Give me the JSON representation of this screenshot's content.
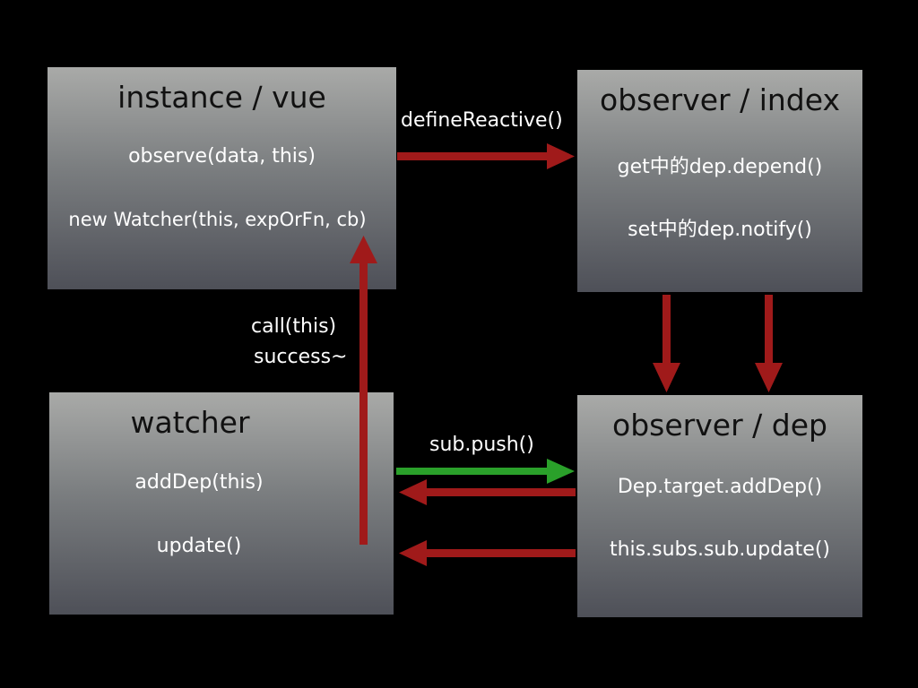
{
  "boxes": {
    "vue": {
      "title": "instance / vue",
      "lines": [
        "observe(data, this)",
        "new Watcher(this, expOrFn, cb)"
      ]
    },
    "observer_index": {
      "title": "observer / index",
      "lines": [
        "get中的dep.depend()",
        "set中的dep.notify()"
      ]
    },
    "watcher": {
      "title": "watcher",
      "lines": [
        "addDep(this)",
        "update()"
      ]
    },
    "observer_dep": {
      "title": "observer / dep",
      "lines": [
        "Dep.target.addDep()",
        "this.subs.sub.update()"
      ]
    }
  },
  "labels": {
    "define_reactive": "defineReactive()",
    "call_this": "call(this)",
    "success": "success~",
    "sub_push": "sub.push()"
  },
  "colors": {
    "arrow_red": "#a01a1a",
    "arrow_green": "#2aa02a",
    "background": "#000000"
  }
}
